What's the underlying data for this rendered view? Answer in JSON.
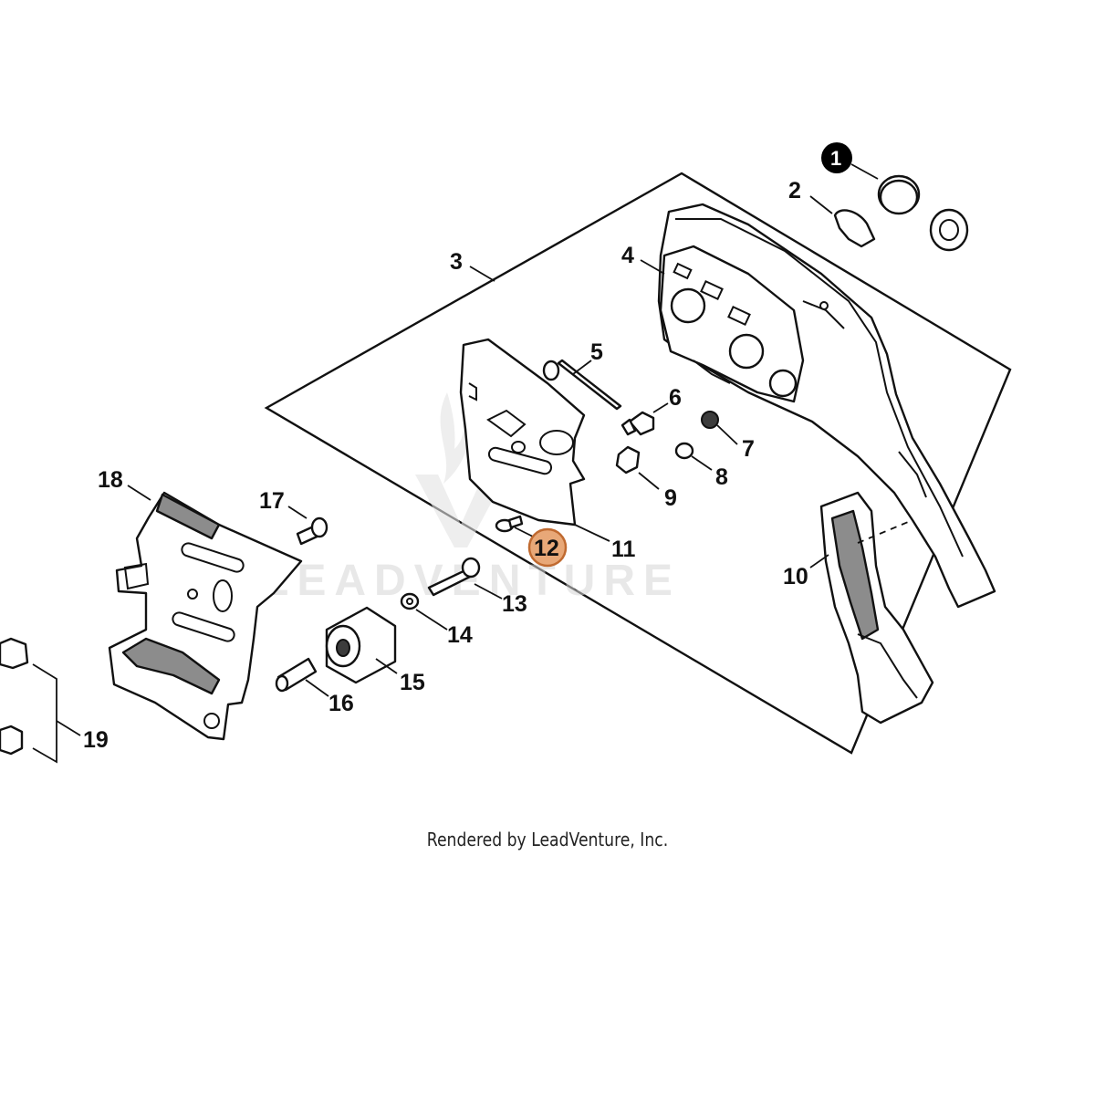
{
  "callouts": {
    "c1": "1",
    "c2": "2",
    "c3": "3",
    "c4": "4",
    "c5": "5",
    "c6": "6",
    "c7": "7",
    "c8": "8",
    "c9": "9",
    "c10": "10",
    "c11": "11",
    "c12": "12",
    "c13": "13",
    "c14": "14",
    "c15": "15",
    "c16": "16",
    "c17": "17",
    "c18": "18",
    "c19": "19"
  },
  "highlight": {
    "callout": "12",
    "fill": "#e8a878",
    "stroke": "#c06a30"
  },
  "badge_dark": {
    "callout": "1",
    "fill": "#000000"
  },
  "watermark_text": "LEADVENTURE",
  "footer_text": "Rendered by LeadVenture, Inc."
}
